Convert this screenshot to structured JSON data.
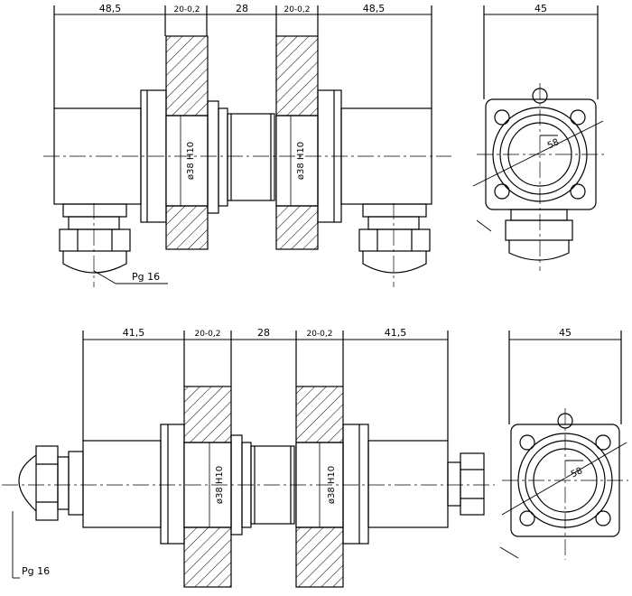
{
  "top_view": {
    "dims": {
      "left": "48,5",
      "tol_left": "20-0,2",
      "middle": "28",
      "tol_right": "20-0,2",
      "right": "48,5"
    },
    "bore_left": "ø38 H10",
    "bore_right": "ø38 H10",
    "thread": "Pg 16"
  },
  "top_end_view": {
    "width": "45",
    "diameter": "58"
  },
  "bottom_view": {
    "dims": {
      "left": "41,5",
      "tol_left": "20-0,2",
      "middle": "28",
      "tol_right": "20-0,2",
      "right": "41,5"
    },
    "bore_left": "ø38 H10",
    "bore_right": "ø38 H10",
    "thread": "Pg 16"
  },
  "bottom_end_view": {
    "width": "45",
    "diameter": "58"
  }
}
